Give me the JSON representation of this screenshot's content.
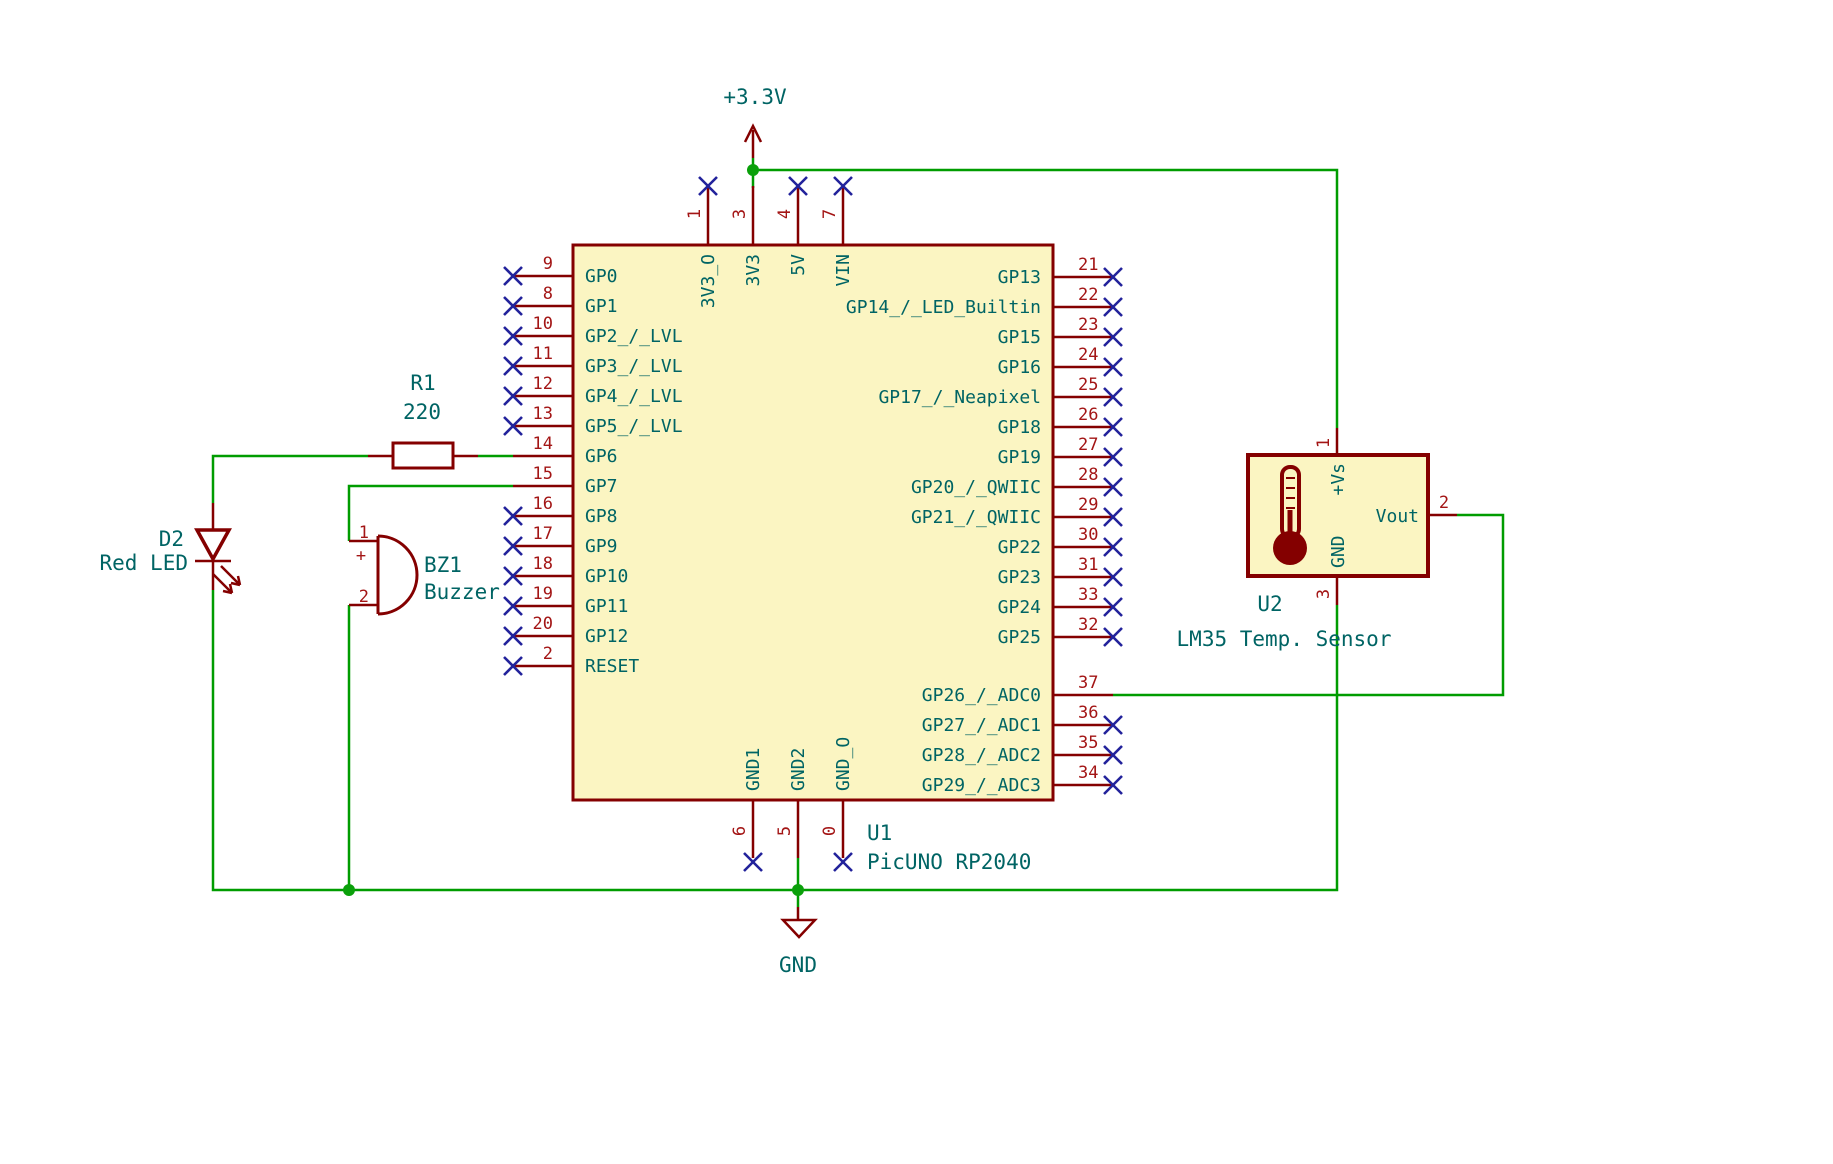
{
  "colors": {
    "wire_green": "#009C00",
    "symbol_outline_dark_red": "#840000",
    "symbol_fill_yellow": "#FBF5C2",
    "pin_number_red": "#A31515",
    "text_teal": "#006464",
    "no_connect_blue": "#22229B",
    "background": "#FFFFFF"
  },
  "power": {
    "rail_label": "+3.3V",
    "ground_label": "GND"
  },
  "u1": {
    "ref": "U1",
    "value": "PicUNO RP2040",
    "pins": {
      "left": [
        {
          "num": "9",
          "name": "GP0",
          "nc": true
        },
        {
          "num": "8",
          "name": "GP1",
          "nc": true
        },
        {
          "num": "10",
          "name": "GP2_/_LVL",
          "nc": true
        },
        {
          "num": "11",
          "name": "GP3_/_LVL",
          "nc": true
        },
        {
          "num": "12",
          "name": "GP4_/_LVL",
          "nc": true
        },
        {
          "num": "13",
          "name": "GP5_/_LVL",
          "nc": true
        },
        {
          "num": "14",
          "name": "GP6",
          "nc": false
        },
        {
          "num": "15",
          "name": "GP7",
          "nc": false
        },
        {
          "num": "16",
          "name": "GP8",
          "nc": true
        },
        {
          "num": "17",
          "name": "GP9",
          "nc": true
        },
        {
          "num": "18",
          "name": "GP10",
          "nc": true
        },
        {
          "num": "19",
          "name": "GP11",
          "nc": true
        },
        {
          "num": "20",
          "name": "GP12",
          "nc": true
        },
        {
          "num": "2",
          "name": "RESET",
          "nc": true
        }
      ],
      "right": [
        {
          "num": "21",
          "name": "GP13",
          "nc": true
        },
        {
          "num": "22",
          "name": "GP14_/_LED_Builtin",
          "nc": true
        },
        {
          "num": "23",
          "name": "GP15",
          "nc": true
        },
        {
          "num": "24",
          "name": "GP16",
          "nc": true
        },
        {
          "num": "25",
          "name": "GP17_/_Neapixel",
          "nc": true
        },
        {
          "num": "26",
          "name": "GP18",
          "nc": true
        },
        {
          "num": "27",
          "name": "GP19",
          "nc": true
        },
        {
          "num": "28",
          "name": "GP20_/_QWIIC",
          "nc": true
        },
        {
          "num": "29",
          "name": "GP21_/_QWIIC",
          "nc": true
        },
        {
          "num": "30",
          "name": "GP22",
          "nc": true
        },
        {
          "num": "31",
          "name": "GP23",
          "nc": true
        },
        {
          "num": "33",
          "name": "GP24",
          "nc": true
        },
        {
          "num": "32",
          "name": "GP25",
          "nc": true
        },
        {
          "num": "37",
          "name": "GP26_/_ADC0",
          "nc": false
        },
        {
          "num": "36",
          "name": "GP27_/_ADC1",
          "nc": true
        },
        {
          "num": "35",
          "name": "GP28_/_ADC2",
          "nc": true
        },
        {
          "num": "34",
          "name": "GP29_/_ADC3",
          "nc": true
        }
      ],
      "top": [
        {
          "num": "1",
          "name": "3V3_O",
          "nc": true
        },
        {
          "num": "3",
          "name": "3V3",
          "nc": false
        },
        {
          "num": "4",
          "name": "5V",
          "nc": true
        },
        {
          "num": "7",
          "name": "VIN",
          "nc": true
        }
      ],
      "bottom": [
        {
          "num": "6",
          "name": "GND1",
          "nc": true
        },
        {
          "num": "5",
          "name": "GND2",
          "nc": false
        },
        {
          "num": "0",
          "name": "GND_O",
          "nc": true
        }
      ]
    }
  },
  "r1": {
    "ref": "R1",
    "value": "220"
  },
  "d2": {
    "ref": "D2",
    "value": "Red LED"
  },
  "bz1": {
    "ref": "BZ1",
    "value": "Buzzer",
    "pin1": "1",
    "plus": "+",
    "pin2": "2"
  },
  "u2": {
    "ref": "U2",
    "value": "LM35 Temp. Sensor",
    "pin1_num": "1",
    "pin1_name": "+Vs",
    "pin2_num": "2",
    "pin2_name": "Vout",
    "pin3_num": "3",
    "pin3_name": "GND"
  }
}
